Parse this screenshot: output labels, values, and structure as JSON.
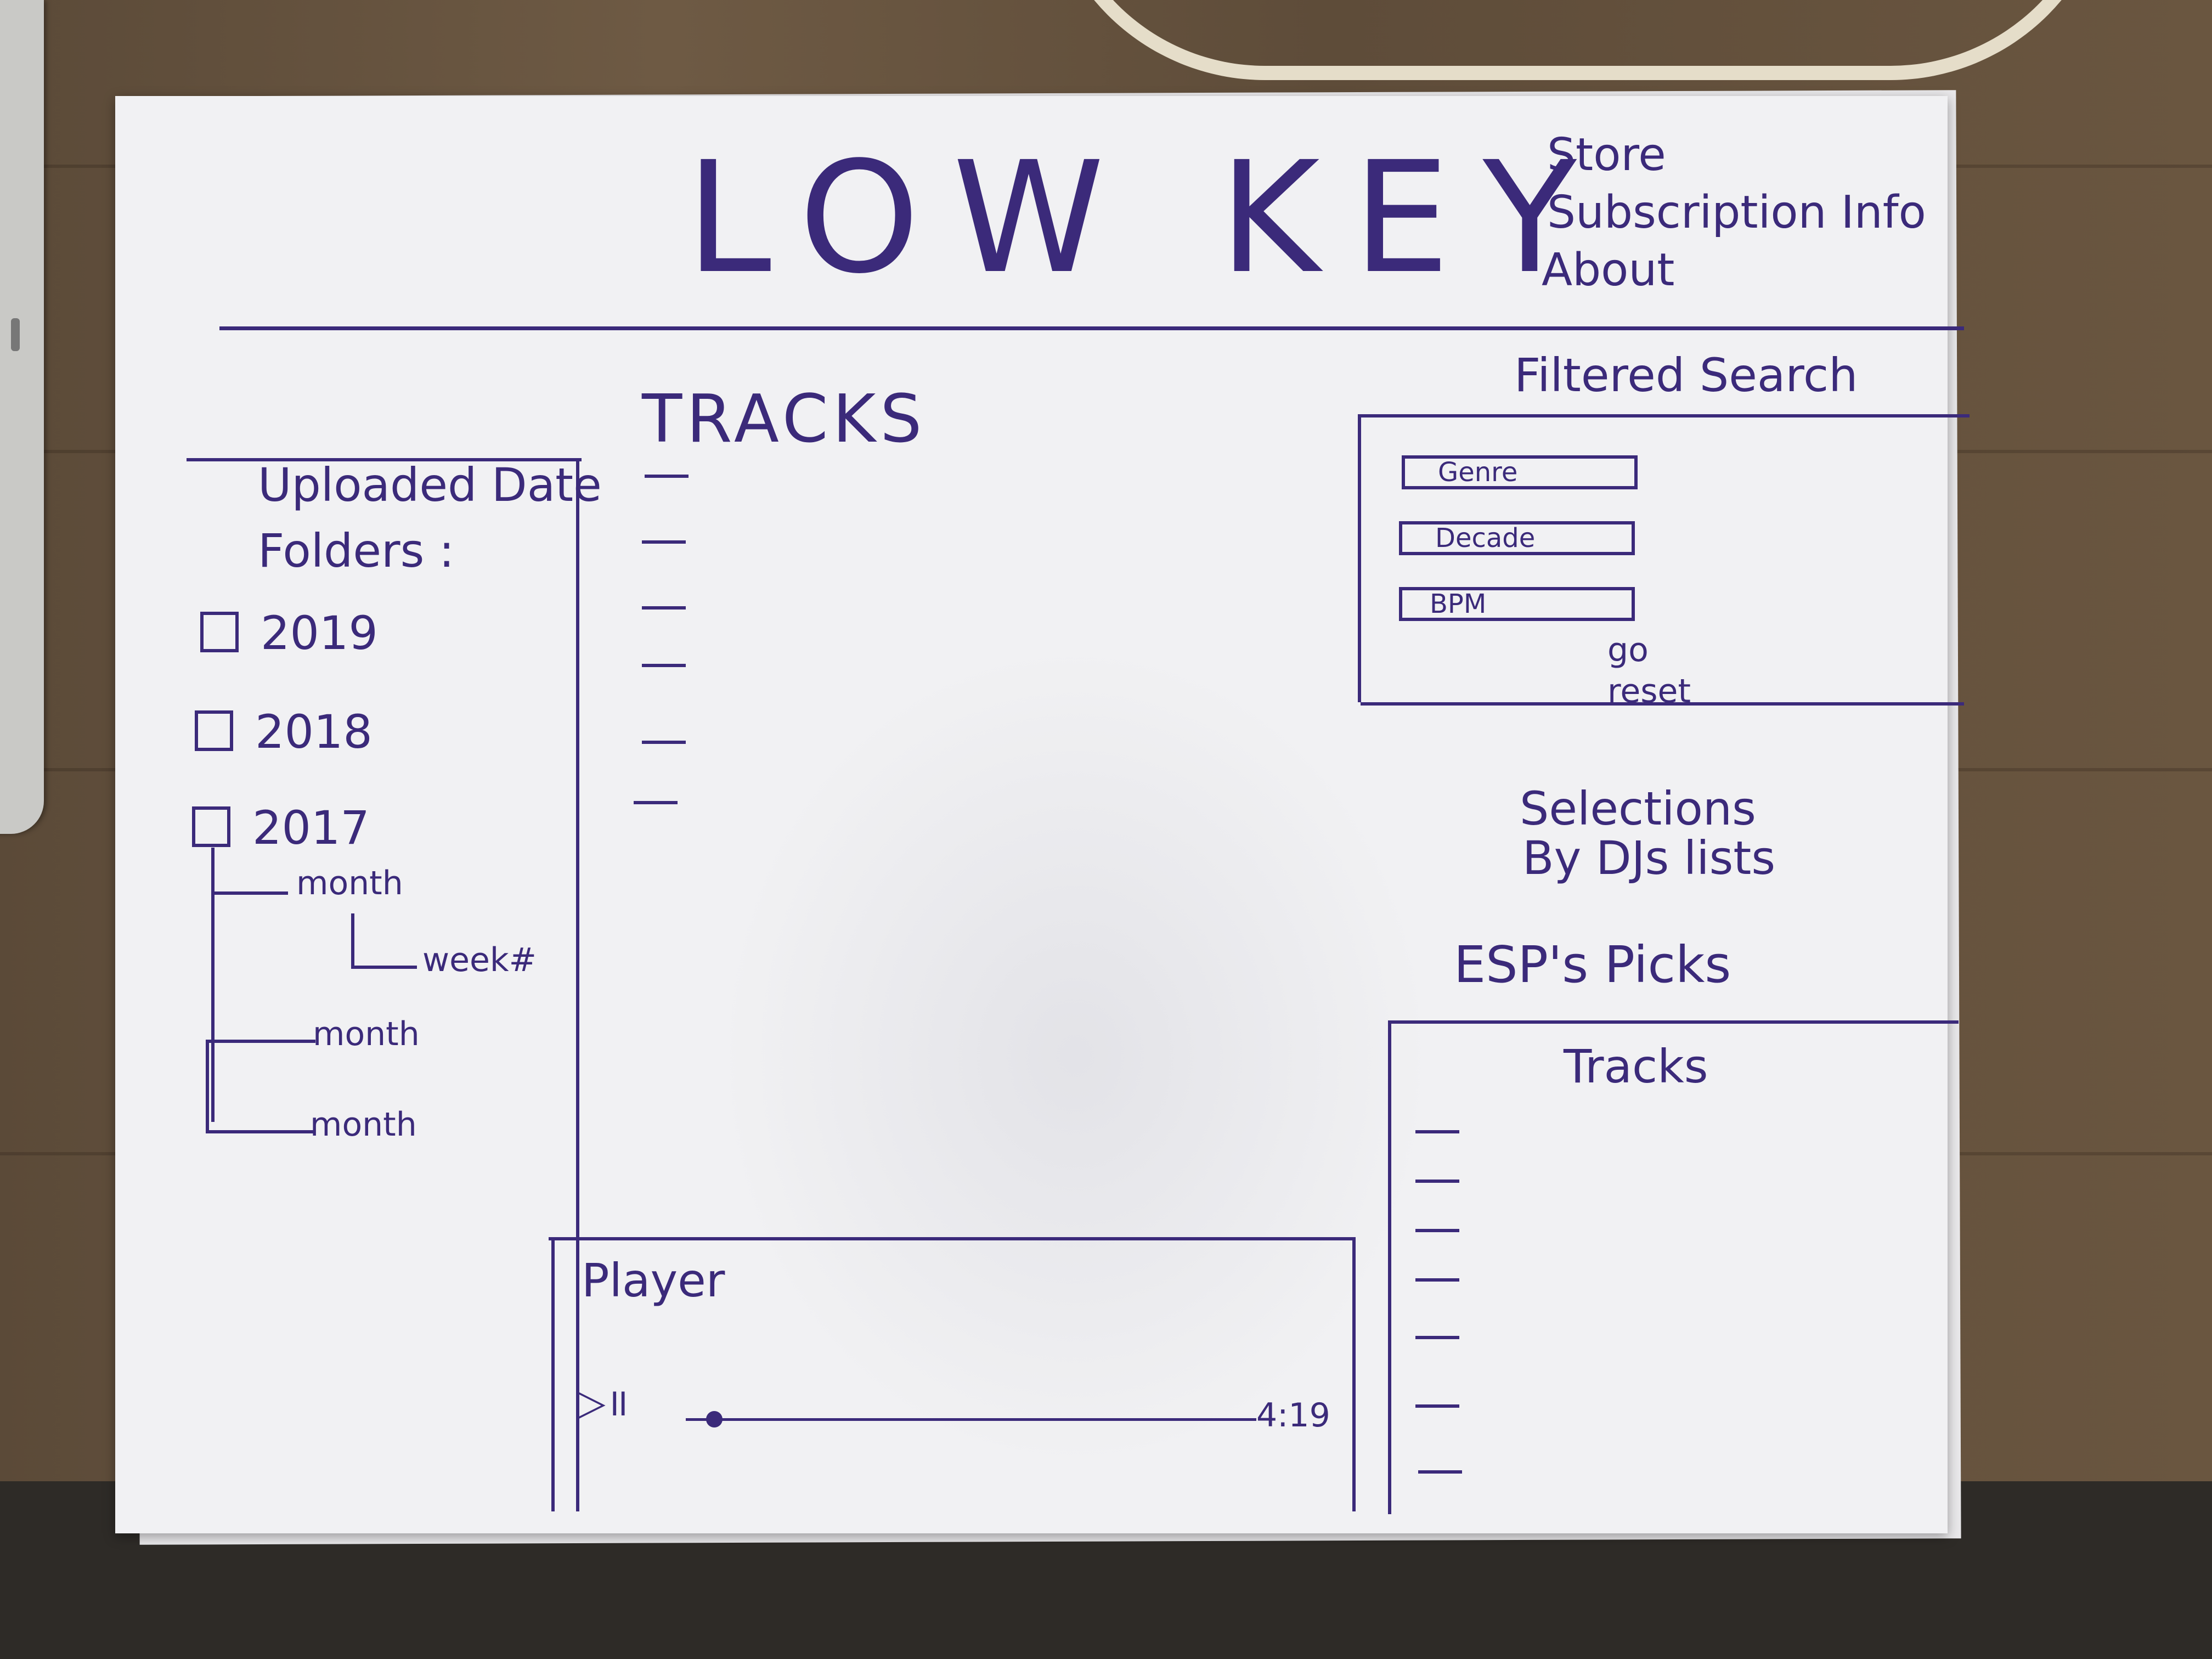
{
  "header": {
    "brand": "LOW KEY",
    "nav": [
      "Store",
      "Subscription Info",
      "About"
    ]
  },
  "folders": {
    "title_line1": "Uploaded Date",
    "title_line2": "Folders :",
    "years": [
      "2019",
      "2018",
      "2017"
    ],
    "tree": {
      "month_1": "month",
      "week": "week#",
      "month_2": "month",
      "month_3": "month"
    }
  },
  "tracks": {
    "title": "TRACKS",
    "item_count": 6
  },
  "filtered_search": {
    "title": "Filtered Search",
    "fields": [
      "Genre",
      "Decade",
      "BPM"
    ],
    "go_label": "go",
    "reset_label": "reset"
  },
  "selections": {
    "line1": "Selections",
    "line2": "By DJs lists"
  },
  "picks": {
    "title": "ESP's Picks",
    "tracks_title": "Tracks",
    "item_count": 7
  },
  "player": {
    "title": "Player",
    "play_pause_icon": "play-pause-icon",
    "duration": "4:19",
    "progress": 0.05
  }
}
